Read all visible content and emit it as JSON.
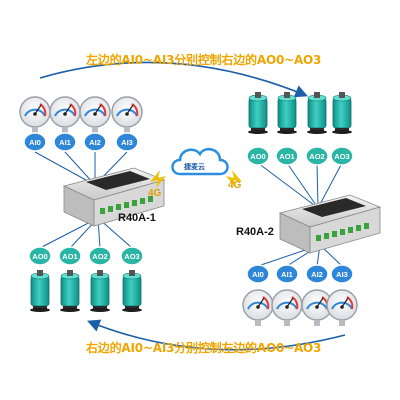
{
  "captions": {
    "top": "左边的AI0~AI3分别控制右边的AO0~AO3",
    "bottom": "右边的AI0~AI3分别控制左边的AO0~AO3"
  },
  "cloud": {
    "label": "捷麦云",
    "color": "#2a8fe0"
  },
  "signal": {
    "left": "4G",
    "right": "4G",
    "color": "#f0c000"
  },
  "devices": {
    "left": "R40A-1",
    "right": "R40A-2"
  },
  "left_group": {
    "inputs": [
      "AI0",
      "AI1",
      "AI2",
      "AI3"
    ],
    "outputs": [
      "AO0",
      "AO1",
      "AO2",
      "AO3"
    ]
  },
  "right_group": {
    "outputs": [
      "AO0",
      "AO1",
      "AO2",
      "AO3"
    ],
    "inputs": [
      "AI0",
      "AI1",
      "AI2",
      "AI3"
    ]
  },
  "colors": {
    "caption": "#f0a500",
    "ai_badge": "#2e86d8",
    "ao_badge": "#2bb5a4",
    "pump": "#1fb2a6",
    "wire": "#1b5fa8",
    "arrow": "#1b5fa8"
  },
  "icons": [
    "pressure-gauge-icon",
    "water-pump-icon",
    "cloud-icon",
    "lightning-icon",
    "controller-box-icon"
  ]
}
